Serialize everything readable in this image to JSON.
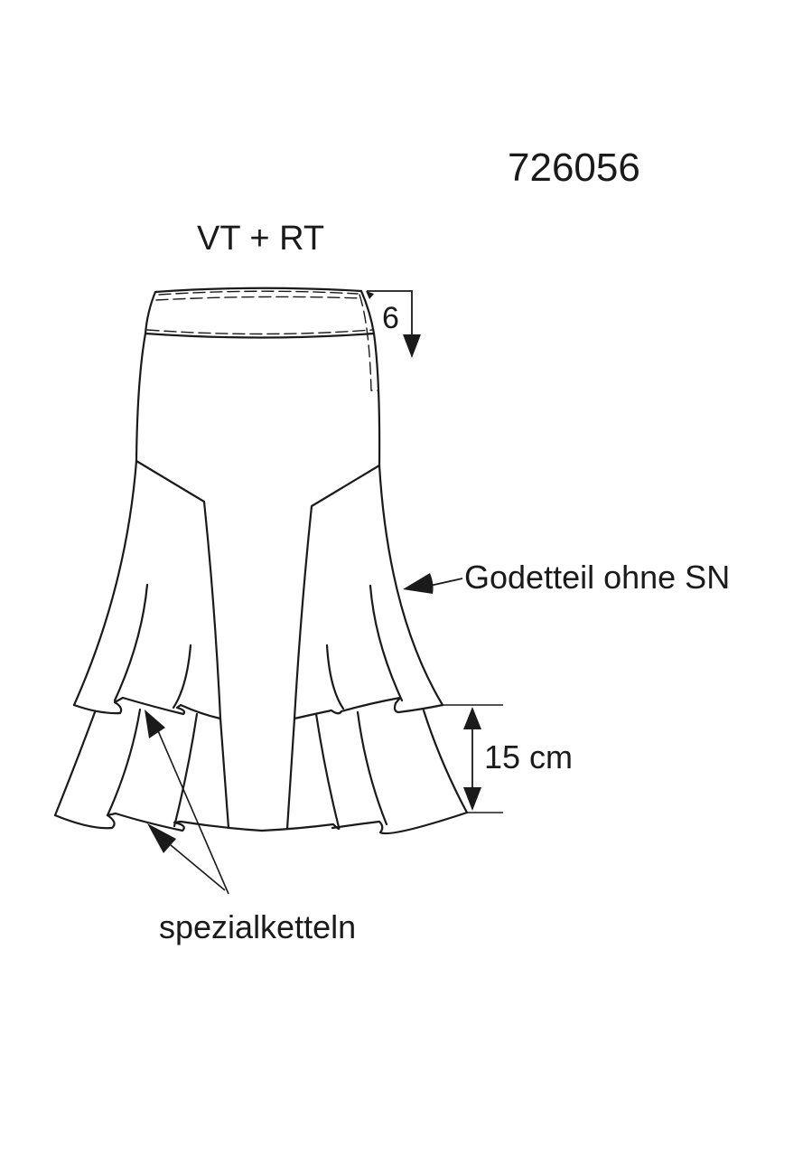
{
  "style_number": "726056",
  "view_label": "VT + RT",
  "waistband_depth": "6",
  "godet_label": "Godetteil ohne SN",
  "hem_offset_label": "15 cm",
  "stitch_label": "spezialketteln",
  "colors": {
    "line": "#1a1a1a",
    "background": "#ffffff"
  }
}
